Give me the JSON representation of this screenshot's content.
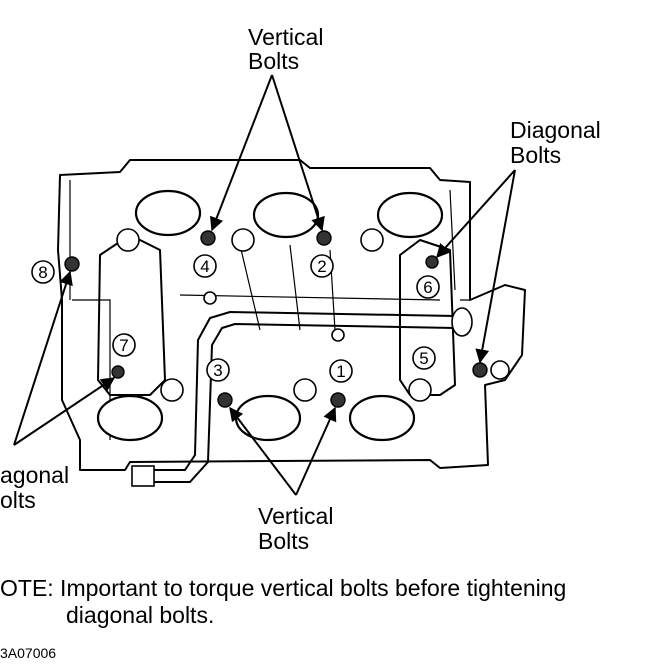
{
  "callouts": {
    "vertical_top": [
      "Vertical",
      "Bolts"
    ],
    "vertical_bottom": [
      "Vertical",
      "Bolts"
    ],
    "diagonal_right": [
      "Diagonal",
      "Bolts"
    ],
    "diagonal_left": [
      "agonal",
      "olts"
    ]
  },
  "bolt_numbers": [
    "1",
    "2",
    "3",
    "4",
    "5",
    "6",
    "7",
    "8"
  ],
  "note": {
    "line1": "OTE: Important to torque vertical bolts before tightening",
    "line2": "diagonal bolts."
  },
  "figure_code": "3A07006"
}
